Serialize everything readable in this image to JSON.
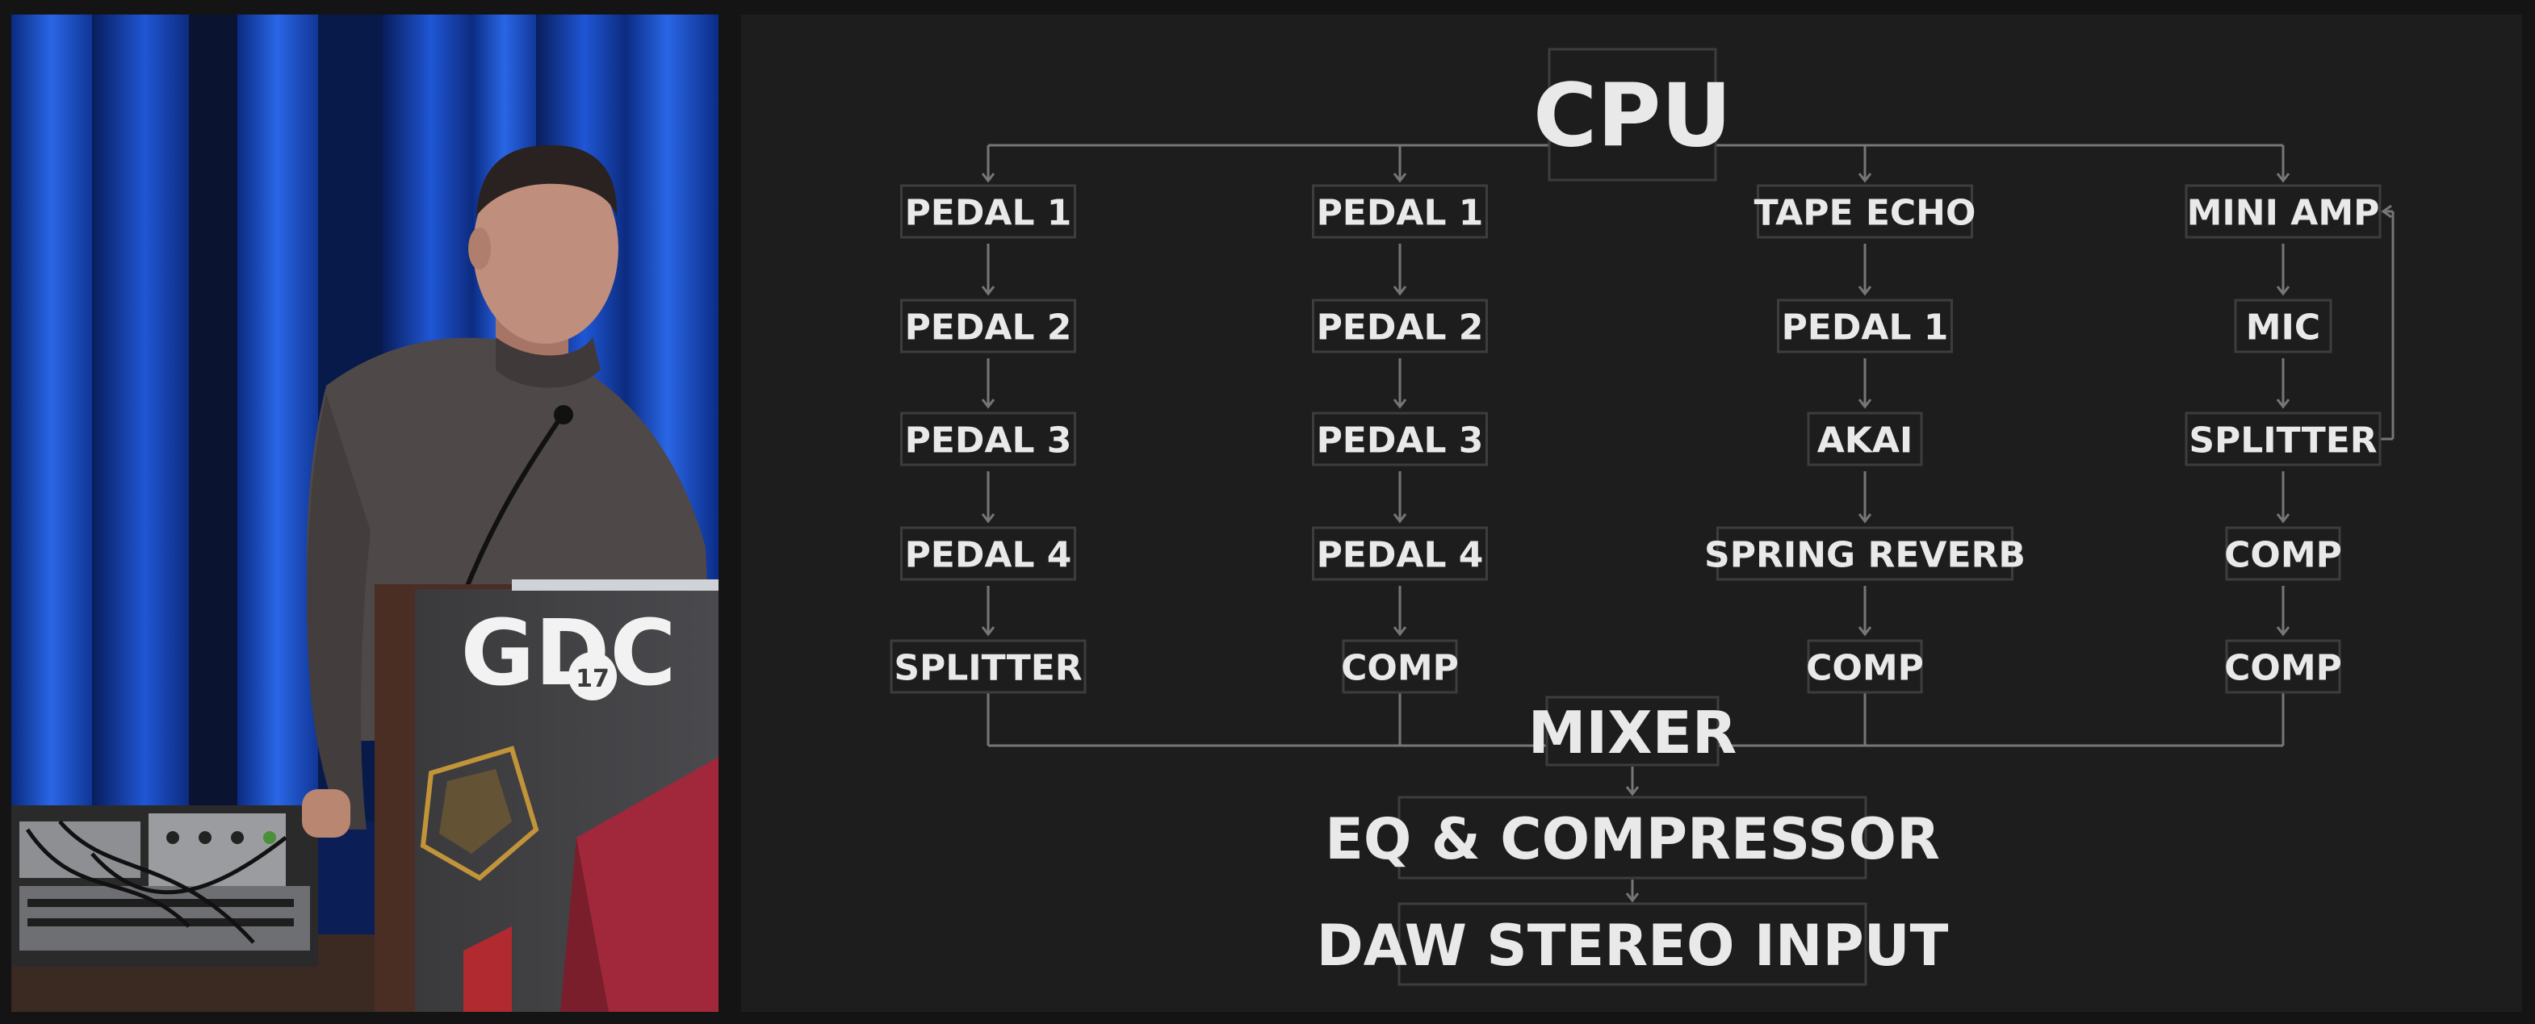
{
  "camera": {
    "podium_logo": "GDC",
    "podium_logo_number": "17"
  },
  "diagram": {
    "source": "CPU",
    "chains": [
      [
        "PEDAL 1",
        "PEDAL 2",
        "PEDAL 3",
        "PEDAL 4",
        "SPLITTER"
      ],
      [
        "PEDAL 1",
        "PEDAL 2",
        "PEDAL 3",
        "PEDAL 4",
        "COMP"
      ],
      [
        "TAPE ECHO",
        "PEDAL 1",
        "AKAI",
        "SPRING REVERB",
        "COMP"
      ],
      [
        "MINI AMP",
        "MIC",
        "SPLITTER",
        "COMP",
        "COMP"
      ]
    ],
    "mixer": "MIXER",
    "eq": "EQ & COMPRESSOR",
    "daw": "DAW STEREO INPUT"
  },
  "colors": {
    "slide_bg": "#1d1d1d",
    "box_border": "#3d3d3d",
    "connector": "#767676",
    "text": "#e9e9e9",
    "curtain_blue": "#1a4fc4"
  }
}
